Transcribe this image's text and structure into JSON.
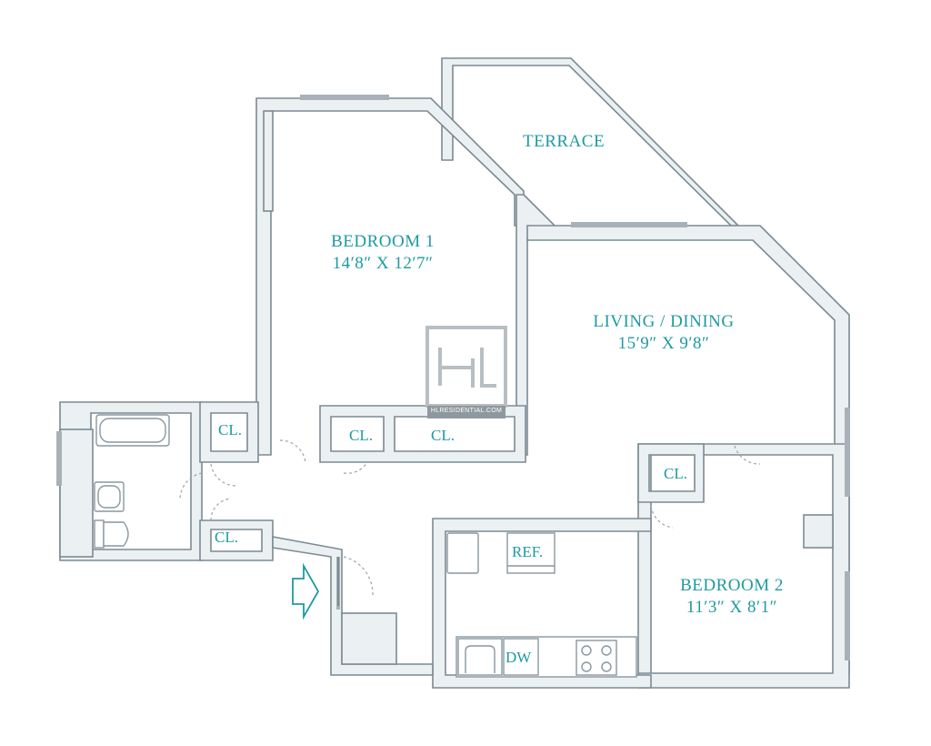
{
  "colors": {
    "wall": "#ebf0f2",
    "wall_edge": "#7c8a93",
    "window": "#a8b1b7",
    "label": "#1f9aa0",
    "fixture": "#8a969e"
  },
  "rooms": {
    "terrace": {
      "name": "TERRACE"
    },
    "bedroom1": {
      "name": "BEDROOM 1",
      "dim": "14′8″ X 12′7″"
    },
    "living": {
      "name": "LIVING / DINING",
      "dim": "15′9″ X 9′8″"
    },
    "bedroom2": {
      "name": "BEDROOM 2",
      "dim": "11′3″ X 8′1″"
    }
  },
  "closets": [
    "CL.",
    "CL.",
    "CL.",
    "CL.",
    "CL."
  ],
  "appliances": {
    "refrigerator": "REF.",
    "dishwasher": "DW"
  },
  "watermark": {
    "logo": "HL",
    "site": "HLRESIDENTIAL.COM"
  },
  "icons": {
    "entry": "entry-arrow-icon",
    "tub": "bathtub-icon",
    "sink": "sink-icon",
    "toilet": "toilet-icon",
    "stove": "stove-icon",
    "kitchen_sink": "kitchen-sink-icon"
  }
}
